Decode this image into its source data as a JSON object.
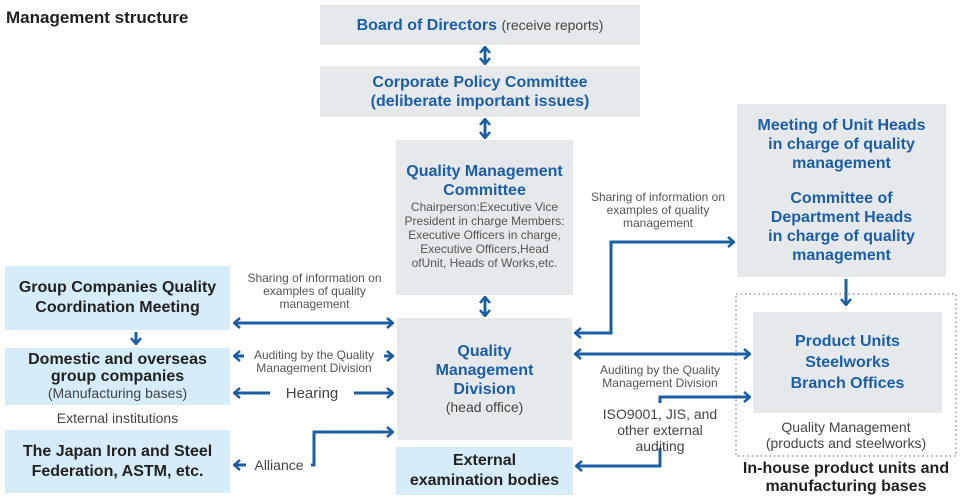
{
  "title": "Management structure",
  "board": {
    "name": "Board of Directors",
    "note": "(receive reports)"
  },
  "corporate": {
    "name": "Corporate Policy Committee",
    "note": "(deliberate important issues)"
  },
  "qmc": {
    "name1": "Quality Management",
    "name2": "Committee",
    "details": "Chairperson:Executive Vice President in charge Members: Executive Officers in charge, Executive Officers,Head ofUnit, Heads of Works,etc."
  },
  "qmd": {
    "name1": "Quality",
    "name2": "Management",
    "name3": "Division",
    "note": "(head office)"
  },
  "external_exam": {
    "line1": "External",
    "line2": "examination bodies"
  },
  "unit_heads": {
    "line1": "Meeting of Unit Heads",
    "line2": "in charge of quality",
    "line3": "management"
  },
  "dept_heads": {
    "line1": "Committee of",
    "line2": "Department Heads",
    "line3": "in charge of quality",
    "line4": "management"
  },
  "product": {
    "line1": "Product Units",
    "line2": "Steelworks",
    "line3": "Branch Offices"
  },
  "qm_note": {
    "line1": "Quality Management",
    "line2": "(products and steelworks)"
  },
  "inhouse": {
    "line1": "In-house product units and",
    "line2": "manufacturing bases"
  },
  "group_meeting": {
    "line1": "Group Companies Quality",
    "line2": "Coordination Meeting"
  },
  "domestic": {
    "line1": "Domestic and overseas",
    "line2": "group companies",
    "note": "(Manufacturing bases)"
  },
  "external_inst": "External institutions",
  "jisf": {
    "line1": "The Japan Iron and Steel",
    "line2": "Federation, ASTM, etc."
  },
  "labels": {
    "sharing_left": "Sharing of information on examples of quality management",
    "auditing_left": "Auditing by the Quality Management Division",
    "hearing": "Hearing",
    "alliance": "Alliance",
    "sharing_right": "Sharing of information on examples of quality management",
    "auditing_right": "Auditing by the Quality Management Division",
    "iso": "ISO9001, JIS, and other external auditing"
  },
  "colors": {
    "accent": "#1c5ea6",
    "gray_box": "#e5e9ec",
    "blue_box": "#d6ecf9"
  }
}
